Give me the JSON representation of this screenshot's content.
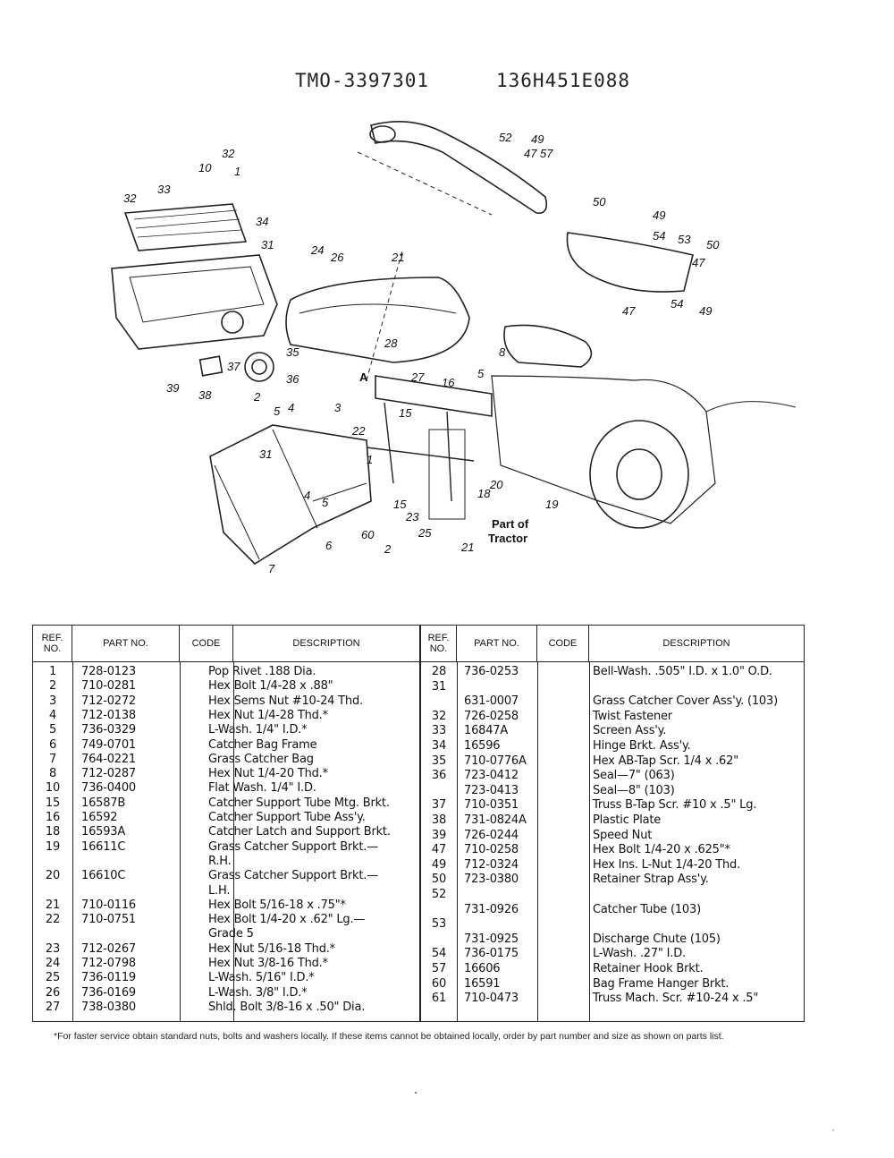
{
  "header": {
    "model_left": "TMO-3397301",
    "model_right": "136H451E088"
  },
  "diagram": {
    "callouts": [
      "52",
      "49",
      "47",
      "57",
      "50",
      "49",
      "54",
      "53",
      "50",
      "47",
      "54",
      "49",
      "47",
      "32",
      "10",
      "1",
      "32",
      "33",
      "34",
      "31",
      "24",
      "26",
      "21",
      "28",
      "27",
      "35",
      "36",
      "37",
      "39",
      "38",
      "8",
      "5",
      "16",
      "15",
      "2",
      "5",
      "4",
      "3",
      "31",
      "A",
      "22",
      "1",
      "4",
      "5",
      "6",
      "60",
      "2",
      "15",
      "23",
      "25",
      "21",
      "20",
      "18",
      "19",
      "7"
    ],
    "tractor_label": [
      "Part of",
      "Tractor"
    ]
  },
  "table_left": {
    "headers": [
      "REF. NO.",
      "PART NO.",
      "CODE",
      "DESCRIPTION"
    ],
    "rows": [
      {
        "ref": "1",
        "part": "728-0123",
        "desc": "Pop Rivet .188 Dia."
      },
      {
        "ref": "2",
        "part": "710-0281",
        "desc": "Hex Bolt 1/4-28 x .88\""
      },
      {
        "ref": "3",
        "part": "712-0272",
        "desc": "Hex Sems Nut #10-24 Thd."
      },
      {
        "ref": "4",
        "part": "712-0138",
        "desc": "Hex Nut 1/4-28 Thd.*"
      },
      {
        "ref": "5",
        "part": "736-0329",
        "desc": "L-Wash. 1/4\" I.D.*"
      },
      {
        "ref": "6",
        "part": "749-0701",
        "desc": "Catcher Bag Frame"
      },
      {
        "ref": "7",
        "part": "764-0221",
        "desc": "Grass Catcher Bag"
      },
      {
        "ref": "8",
        "part": "712-0287",
        "desc": "Hex Nut 1/4-20 Thd.*"
      },
      {
        "ref": "10",
        "part": "736-0400",
        "desc": "Flat Wash. 1/4\" I.D."
      },
      {
        "ref": "15",
        "part": "16587B",
        "desc": "Catcher Support Tube Mtg. Brkt."
      },
      {
        "ref": "16",
        "part": "16592",
        "desc": "Catcher Support Tube Ass'y."
      },
      {
        "ref": "18",
        "part": "16593A",
        "desc": "Catcher Latch and Support Brkt."
      },
      {
        "ref": "19",
        "part": "16611C",
        "desc": "Grass Catcher Support Brkt.—"
      },
      {
        "ref": "",
        "part": "",
        "desc": "R.H."
      },
      {
        "ref": "20",
        "part": "16610C",
        "desc": "Grass Catcher Support Brkt.—"
      },
      {
        "ref": "",
        "part": "",
        "desc": "L.H."
      },
      {
        "ref": "21",
        "part": "710-0116",
        "desc": "Hex Bolt 5/16-18 x .75\"*"
      },
      {
        "ref": "22",
        "part": "710-0751",
        "desc": "Hex Bolt 1/4-20 x .62\" Lg.—"
      },
      {
        "ref": "",
        "part": "",
        "desc": "Grade 5"
      },
      {
        "ref": "23",
        "part": "712-0267",
        "desc": "Hex Nut 5/16-18 Thd.*"
      },
      {
        "ref": "24",
        "part": "712-0798",
        "desc": "Hex Nut 3/8-16 Thd.*"
      },
      {
        "ref": "25",
        "part": "736-0119",
        "desc": "L-Wash. 5/16\" I.D.*"
      },
      {
        "ref": "26",
        "part": "736-0169",
        "desc": "L-Wash. 3/8\" I.D.*"
      },
      {
        "ref": "27",
        "part": "738-0380",
        "desc": "Shld. Bolt 3/8-16 x .50\" Dia."
      }
    ]
  },
  "table_right": {
    "headers": [
      "REF. NO.",
      "PART NO.",
      "CODE",
      "DESCRIPTION"
    ],
    "rows": [
      {
        "ref": "28",
        "part": "736-0253",
        "desc": "Bell-Wash. .505\" I.D. x 1.0\" O.D."
      },
      {
        "ref": "31",
        "part": "",
        "desc": ""
      },
      {
        "ref": "",
        "part": "631-0007",
        "desc": "Grass Catcher Cover Ass'y. (103)"
      },
      {
        "ref": "32",
        "part": "726-0258",
        "desc": "Twist Fastener"
      },
      {
        "ref": "33",
        "part": "16847A",
        "desc": "Screen Ass'y."
      },
      {
        "ref": "34",
        "part": "16596",
        "desc": "Hinge Brkt. Ass'y."
      },
      {
        "ref": "35",
        "part": "710-0776A",
        "desc": "Hex AB-Tap Scr. 1/4 x .62\""
      },
      {
        "ref": "36",
        "part": "723-0412",
        "desc": "Seal—7\" (063)"
      },
      {
        "ref": "",
        "part": "723-0413",
        "desc": "Seal—8\" (103)"
      },
      {
        "ref": "37",
        "part": "710-0351",
        "desc": "Truss B-Tap Scr. #10 x .5\" Lg."
      },
      {
        "ref": "38",
        "part": "731-0824A",
        "desc": "Plastic Plate"
      },
      {
        "ref": "39",
        "part": "726-0244",
        "desc": "Speed Nut"
      },
      {
        "ref": "47",
        "part": "710-0258",
        "desc": "Hex Bolt 1/4-20 x .625\"*"
      },
      {
        "ref": "49",
        "part": "712-0324",
        "desc": "Hex Ins. L-Nut 1/4-20 Thd."
      },
      {
        "ref": "50",
        "part": "723-0380",
        "desc": "Retainer Strap Ass'y."
      },
      {
        "ref": "52",
        "part": "",
        "desc": ""
      },
      {
        "ref": "",
        "part": "731-0926",
        "desc": "Catcher Tube (103)"
      },
      {
        "ref": "53",
        "part": "",
        "desc": ""
      },
      {
        "ref": "",
        "part": "731-0925",
        "desc": "Discharge Chute (105)"
      },
      {
        "ref": "54",
        "part": "736-0175",
        "desc": "L-Wash. .27\" I.D."
      },
      {
        "ref": "57",
        "part": "16606",
        "desc": "Retainer Hook Brkt."
      },
      {
        "ref": "60",
        "part": "16591",
        "desc": "Bag Frame Hanger Brkt."
      },
      {
        "ref": "61",
        "part": "710-0473",
        "desc": "Truss Mach. Scr. #10-24 x .5\""
      }
    ]
  },
  "footnote": "*For faster service obtain standard nuts, bolts and washers locally. If these items cannot be obtained locally, order by part number and size as shown on parts list."
}
